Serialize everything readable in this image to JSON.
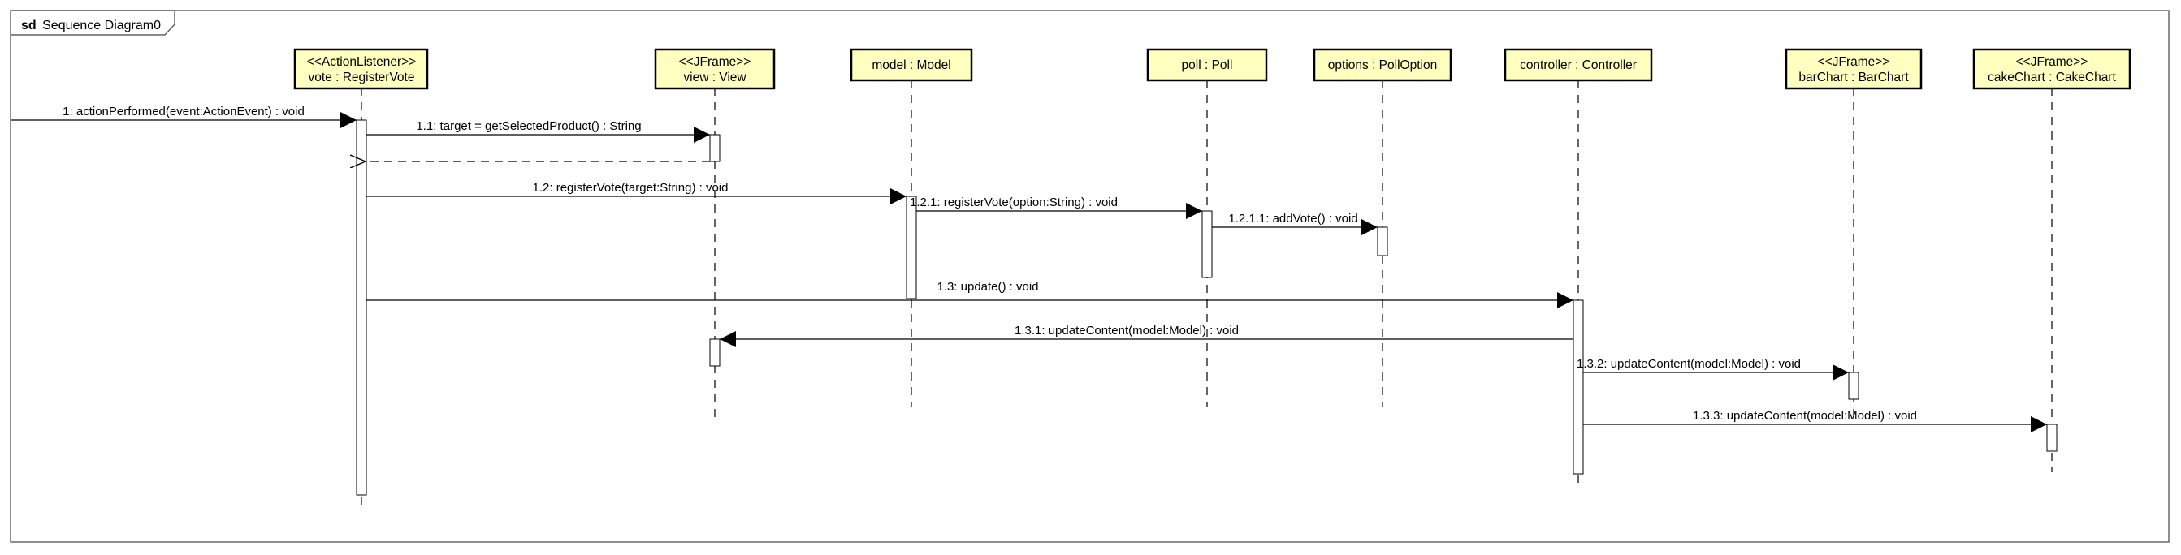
{
  "frame": {
    "keyword": "sd",
    "title": "Sequence Diagram0"
  },
  "colors": {
    "lifeline_fill": "#FFFFC0",
    "line": "#000000",
    "activation_fill": "#FFFFFF",
    "background": "#FFFFFF"
  },
  "lifelines": [
    {
      "id": "vote",
      "stereotype": "<<ActionListener>>",
      "name": "vote : RegisterVote"
    },
    {
      "id": "view",
      "stereotype": "<<JFrame>>",
      "name": "view : View"
    },
    {
      "id": "model",
      "stereotype": "",
      "name": "model : Model"
    },
    {
      "id": "poll",
      "stereotype": "",
      "name": "poll : Poll"
    },
    {
      "id": "options",
      "stereotype": "",
      "name": "options : PollOption"
    },
    {
      "id": "controller",
      "stereotype": "",
      "name": "controller : Controller"
    },
    {
      "id": "barChart",
      "stereotype": "<<JFrame>>",
      "name": "barChart : BarChart"
    },
    {
      "id": "cakeChart",
      "stereotype": "<<JFrame>>",
      "name": "cakeChart : CakeChart"
    }
  ],
  "messages": [
    {
      "id": "m1",
      "from": "external",
      "to": "vote",
      "kind": "sync",
      "label": "1: actionPerformed(event:ActionEvent) : void"
    },
    {
      "id": "m1_1",
      "from": "vote",
      "to": "view",
      "kind": "sync",
      "label": "1.1: target = getSelectedProduct() : String"
    },
    {
      "id": "m1_1r",
      "from": "view",
      "to": "vote",
      "kind": "return",
      "label": ""
    },
    {
      "id": "m1_2",
      "from": "vote",
      "to": "model",
      "kind": "sync",
      "label": "1.2: registerVote(target:String) : void"
    },
    {
      "id": "m1_2_1",
      "from": "model",
      "to": "poll",
      "kind": "sync",
      "label": "1.2.1: registerVote(option:String) : void"
    },
    {
      "id": "m1_2_1_1",
      "from": "poll",
      "to": "options",
      "kind": "sync",
      "label": "1.2.1.1: addVote() : void"
    },
    {
      "id": "m1_3",
      "from": "vote",
      "to": "controller",
      "kind": "sync",
      "label": "1.3: update() : void"
    },
    {
      "id": "m1_3_1",
      "from": "controller",
      "to": "view",
      "kind": "sync",
      "label": "1.3.1: updateContent(model:Model) : void"
    },
    {
      "id": "m1_3_2",
      "from": "controller",
      "to": "barChart",
      "kind": "sync",
      "label": "1.3.2: updateContent(model:Model) : void"
    },
    {
      "id": "m1_3_3",
      "from": "controller",
      "to": "cakeChart",
      "kind": "sync",
      "label": "1.3.3: updateContent(model:Model) : void"
    }
  ]
}
